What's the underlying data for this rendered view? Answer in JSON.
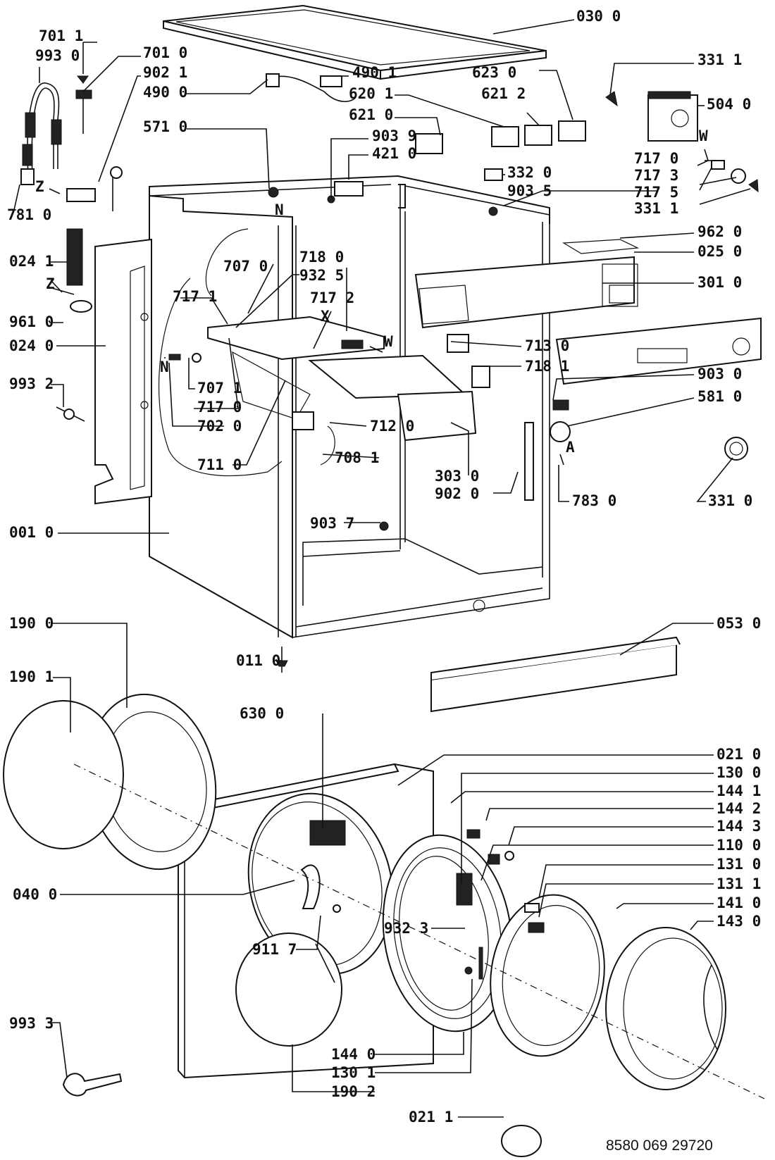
{
  "diagram": {
    "labels": [
      "030 0",
      "701 1",
      "993 0",
      "701 0",
      "902 1",
      "490 1",
      "490 0",
      "623 0",
      "620 1",
      "621 2",
      "621 0",
      "331 1",
      "504 0",
      "571 0",
      "903 9",
      "421 0",
      "332 0",
      "903 5",
      "717 0",
      "717 3",
      "717 5",
      "331 1",
      "781 0",
      "Z",
      "N",
      "W",
      "962 0",
      "025 0",
      "024 1",
      "Z",
      "707 0",
      "718 0",
      "932 5",
      "717 1",
      "717 2",
      "X",
      "961 0",
      "W",
      "301 0",
      "024 0",
      "N",
      "713 0",
      "718 1",
      "903 0",
      "993 2",
      "707 1",
      "717 0",
      "581 0",
      "712 0",
      "702 0",
      "711 0",
      "708 1",
      "A",
      "303 0",
      "902 0",
      "783 0",
      "331 0",
      "903 7",
      "001 0",
      "190 0",
      "053 0",
      "011 0",
      "190 1",
      "630 0",
      "021 0",
      "130 0",
      "144 1",
      "144 2",
      "144 3",
      "110 0",
      "131 0",
      "131 1",
      "040 0",
      "141 0",
      "143 0",
      "932 3",
      "911 7",
      "993 3",
      "144 0",
      "130 1",
      "190 2",
      "021 1"
    ],
    "footer": "8580 069 29720"
  }
}
